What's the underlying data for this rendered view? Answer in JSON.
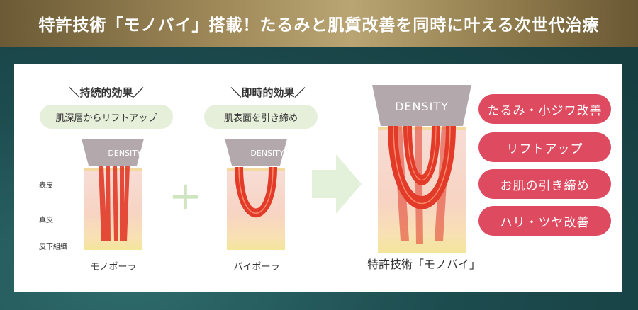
{
  "banner": {
    "title": "特許技術「モノバイ」搭載！たるみと肌質改善を同時に叶える次世代治療"
  },
  "left": {
    "heading": "＼持続的効果／",
    "pill": "肌深層からリフトアップ",
    "device_label": "DENSITY",
    "layers": [
      "表皮",
      "真皮",
      "皮下組織"
    ],
    "caption": "モノポーラ"
  },
  "middle": {
    "heading": "＼即時的効果／",
    "pill": "肌表面を引き締め",
    "device_label": "DENSITY",
    "caption": "バイポーラ"
  },
  "result": {
    "device_label": "DENSITY",
    "caption": "特許技術「モノバイ」"
  },
  "benefits": [
    "たるみ・小ジワ改善",
    "リフトアップ",
    "お肌の引き締め",
    "ハリ・ツヤ改善"
  ],
  "colors": {
    "accent_red": "#de4a5f",
    "pill_green": "#e6efd9",
    "arrow_green": "#e3f0da"
  }
}
